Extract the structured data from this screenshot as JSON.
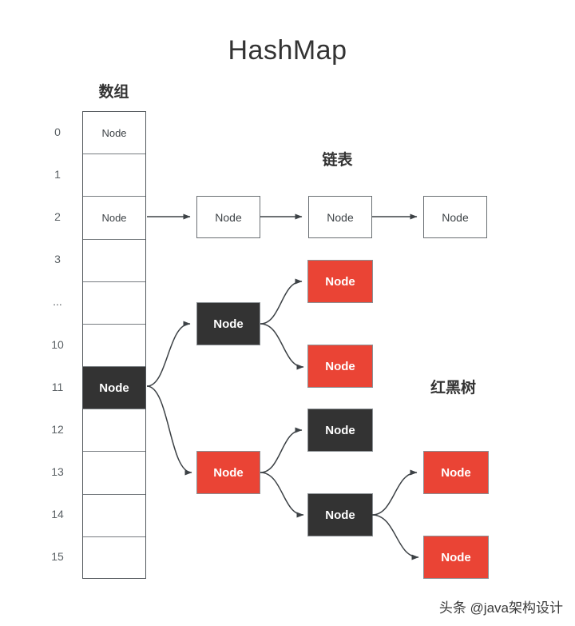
{
  "title": "HashMap",
  "colors": {
    "red_node": "#ea4435",
    "dark_node": "#333333",
    "plain_border": "#6a6f73",
    "text_dark": "#333333",
    "background": "#ffffff"
  },
  "labels": {
    "array": "数组",
    "linked_list": "链表",
    "red_black_tree": "红黑树"
  },
  "array": {
    "label": "数组",
    "indices": [
      "0",
      "1",
      "2",
      "3",
      "...",
      "10",
      "11",
      "12",
      "13",
      "14",
      "15"
    ],
    "cells": [
      {
        "index": "0",
        "value": "Node",
        "style": "plain"
      },
      {
        "index": "1",
        "value": "",
        "style": "empty"
      },
      {
        "index": "2",
        "value": "Node",
        "style": "plain"
      },
      {
        "index": "3",
        "value": "",
        "style": "empty"
      },
      {
        "index": "...",
        "value": "",
        "style": "empty"
      },
      {
        "index": "10",
        "value": "",
        "style": "empty"
      },
      {
        "index": "11",
        "value": "Node",
        "style": "dark"
      },
      {
        "index": "12",
        "value": "",
        "style": "empty"
      },
      {
        "index": "13",
        "value": "",
        "style": "empty"
      },
      {
        "index": "14",
        "value": "",
        "style": "empty"
      },
      {
        "index": "15",
        "value": "",
        "style": "empty"
      }
    ]
  },
  "linked_list": {
    "label": "链表",
    "source_bucket": "2",
    "nodes": [
      {
        "value": "Node",
        "style": "plain"
      },
      {
        "value": "Node",
        "style": "plain"
      },
      {
        "value": "Node",
        "style": "plain"
      }
    ]
  },
  "tree": {
    "label": "红黑树",
    "source_bucket": "11",
    "nodes": [
      {
        "id": "t1",
        "value": "Node",
        "style": "dark",
        "level": 1
      },
      {
        "id": "t2",
        "value": "Node",
        "style": "red",
        "level": 2
      },
      {
        "id": "t3",
        "value": "Node",
        "style": "red",
        "level": 2
      },
      {
        "id": "t4",
        "value": "Node",
        "style": "red",
        "level": 1
      },
      {
        "id": "t5",
        "value": "Node",
        "style": "dark",
        "level": 2
      },
      {
        "id": "t6",
        "value": "Node",
        "style": "dark",
        "level": 2
      },
      {
        "id": "t7",
        "value": "Node",
        "style": "red",
        "level": 3
      },
      {
        "id": "t8",
        "value": "Node",
        "style": "red",
        "level": 3
      }
    ]
  },
  "watermark": "头条 @java架构设计"
}
